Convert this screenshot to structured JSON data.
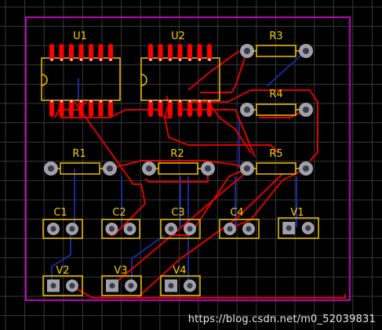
{
  "colors": {
    "background": "#000000",
    "grid": "#3a3a3a",
    "board_outline": "#c000c0",
    "top_trace": "#e00000",
    "bottom_trace": "#1a2a9a",
    "silkscreen": "#f0c000",
    "smd_pad": "#ff0000",
    "tht_pad_ring": "#a0a0a8",
    "tht_pad_hole": "#3c3c48",
    "refdes_text": "#f5d000"
  },
  "components": [
    {
      "ref": "U1",
      "kind": "dip14"
    },
    {
      "ref": "U2",
      "kind": "dip14"
    },
    {
      "ref": "R3",
      "kind": "resistor"
    },
    {
      "ref": "R4",
      "kind": "resistor"
    },
    {
      "ref": "R1",
      "kind": "resistor"
    },
    {
      "ref": "R2",
      "kind": "resistor"
    },
    {
      "ref": "R5",
      "kind": "resistor"
    },
    {
      "ref": "C1",
      "kind": "capacitor"
    },
    {
      "ref": "C2",
      "kind": "capacitor"
    },
    {
      "ref": "C3",
      "kind": "capacitor"
    },
    {
      "ref": "C4",
      "kind": "capacitor"
    },
    {
      "ref": "V1",
      "kind": "connector"
    },
    {
      "ref": "V2",
      "kind": "connector"
    },
    {
      "ref": "V3",
      "kind": "connector"
    },
    {
      "ref": "V4",
      "kind": "connector"
    }
  ],
  "watermark": "https://blog.csdn.net/m0_52039831"
}
